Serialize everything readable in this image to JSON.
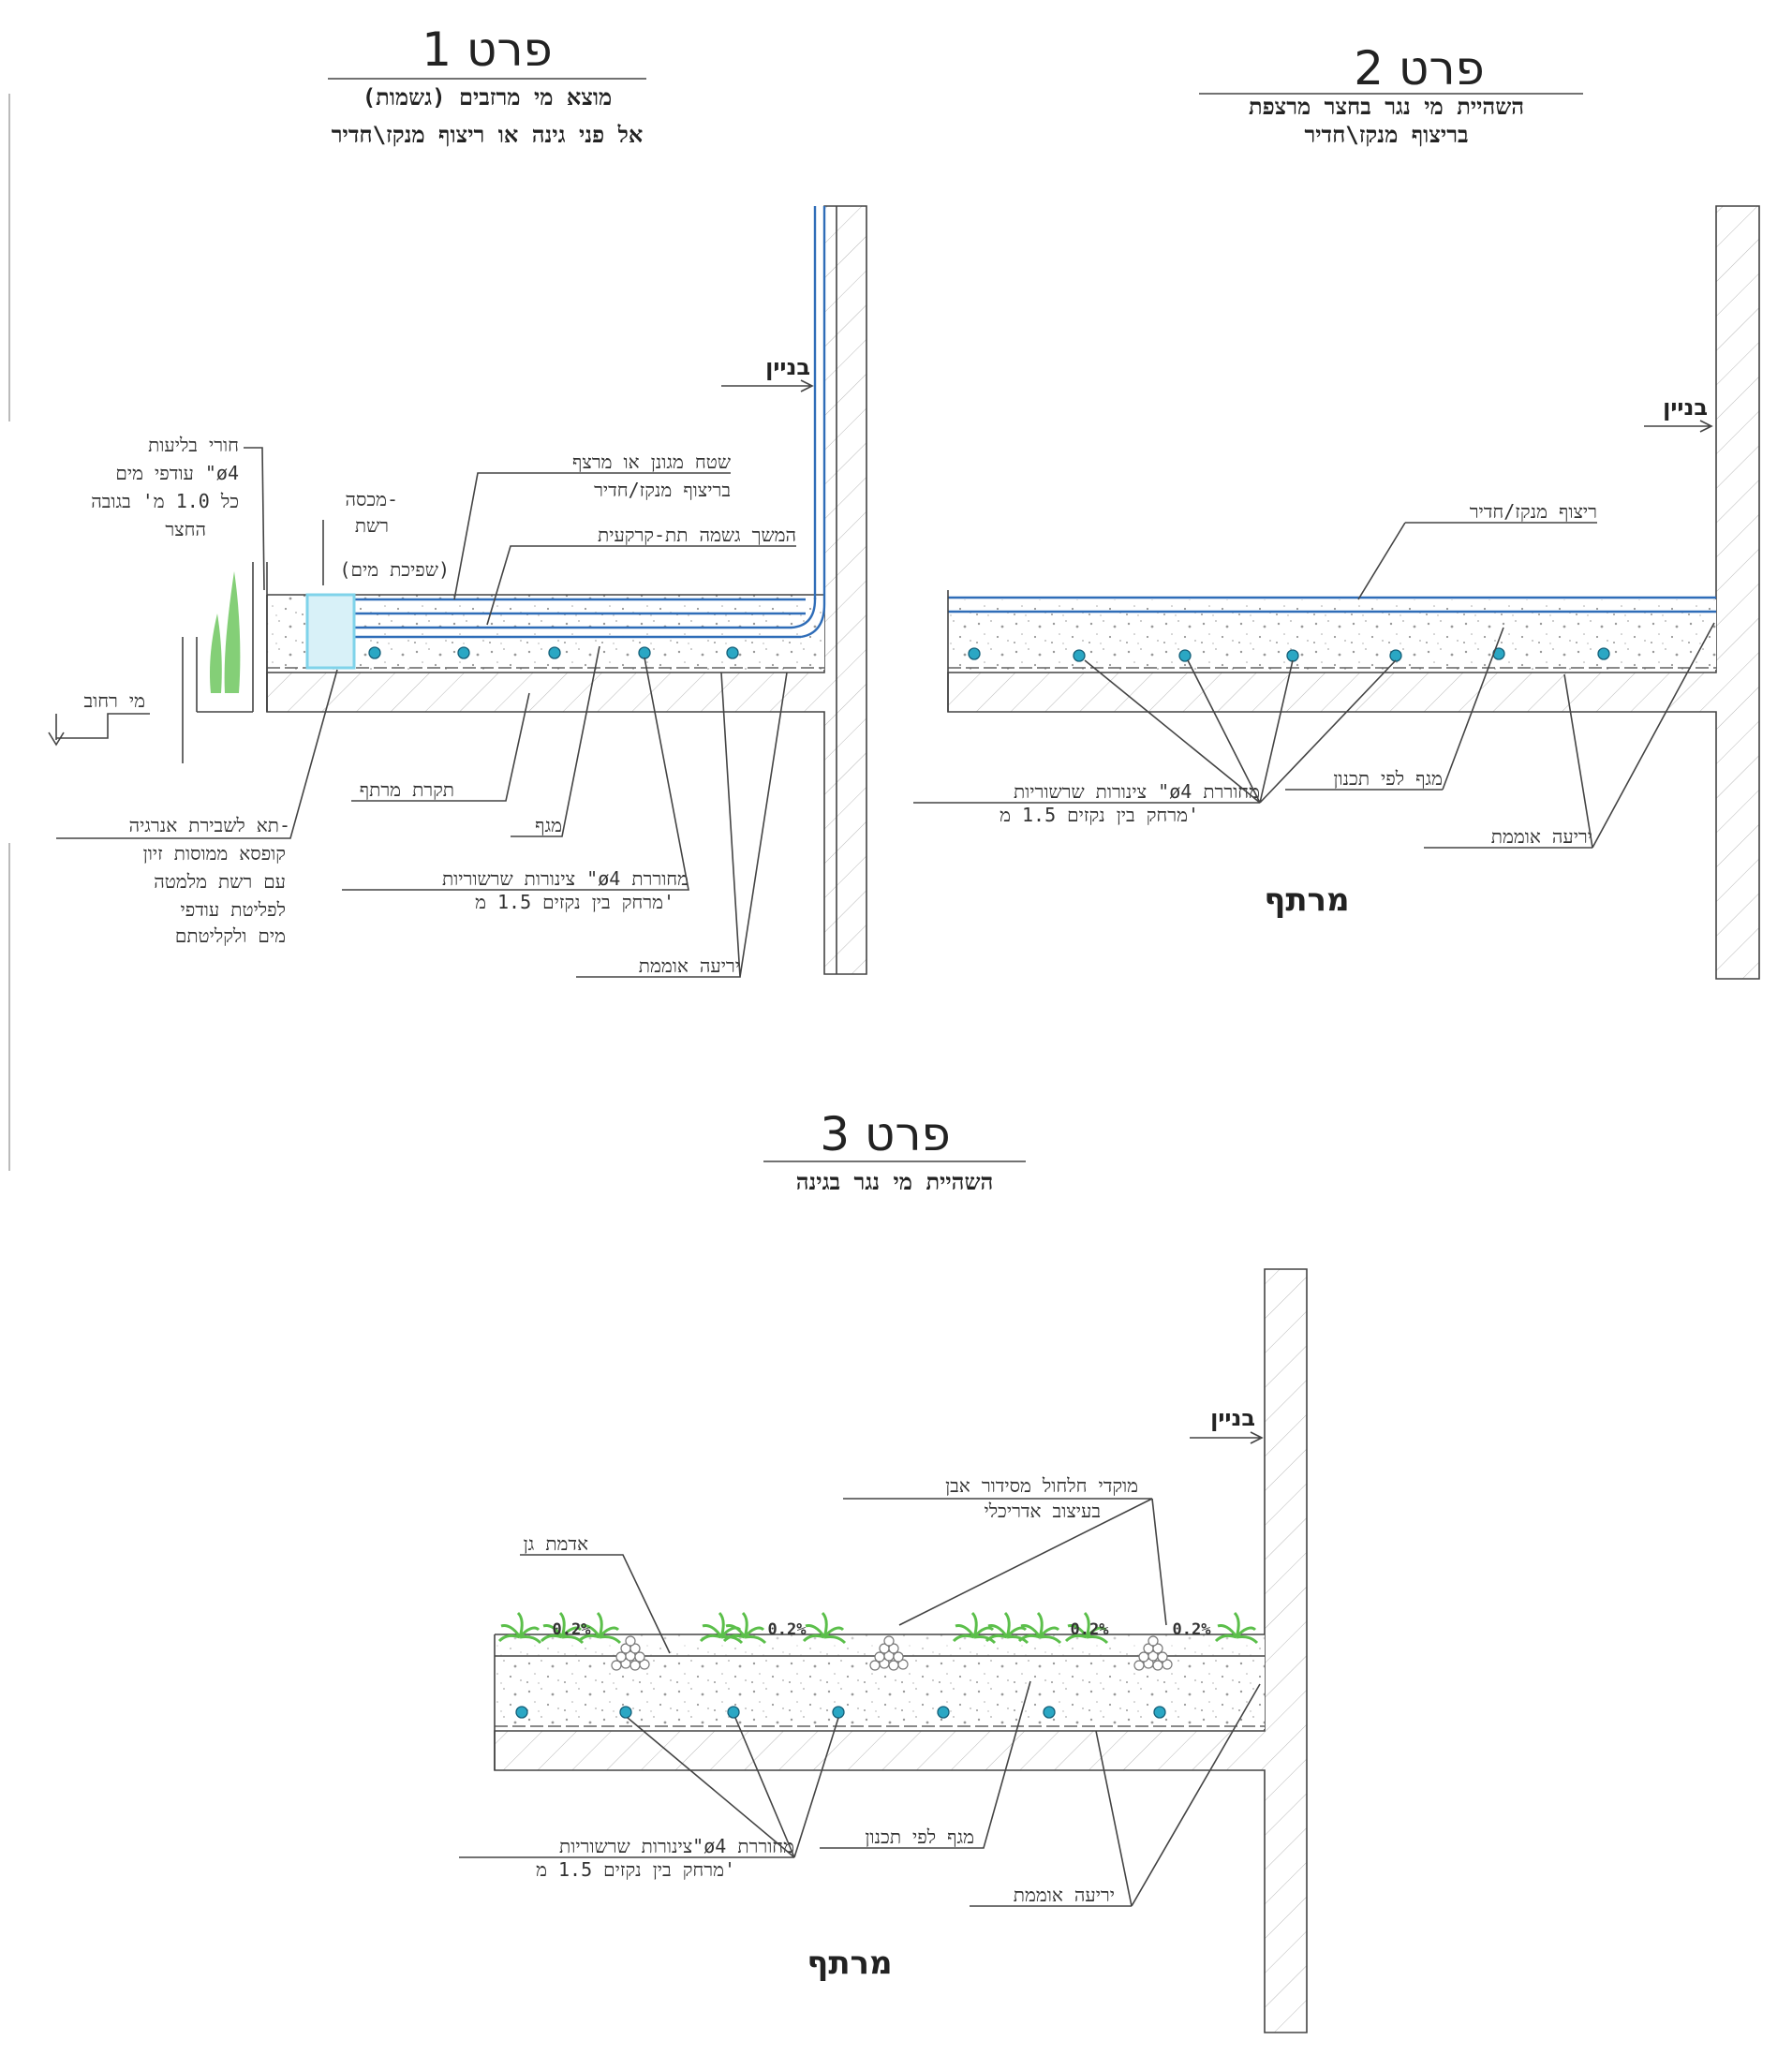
{
  "detail1": {
    "title": "פרט 1",
    "subtitle_line1": "מוצא מי מרזבים (גשמות)",
    "subtitle_line2": "אל פני גינה או ריצוף מנקז\\חדיר",
    "labels": {
      "building": "בניין",
      "cover_line1": "שטח מגונן או מרצף",
      "cover_line2": "בריצוף מנקז/חדיר",
      "subsurface": "המשך גשמה תת-קרקעית",
      "grate_line1": "מכסה-",
      "grate_line2": "רשת",
      "spill": "(שפיכת מים)",
      "holes_line1": "חורי בליעות",
      "holes_line2": "עודפי מים \"ø4",
      "holes_line3": "כל 1.0 מ' בגובה",
      "holes_line4": "החצר",
      "street_level": "מי רחוב",
      "basement_roof": "תקרת מרתף",
      "filling": "מגף",
      "pipes_line1": "צינורות שרשוריות \"ø4 מחוררת",
      "pipes_line2": "מרחק בין נקזים 1.5 מ'",
      "membrane": "יריעה אוממת",
      "box_line1": "תא לשבירת אנרגיה-",
      "box_line2": "קופסא ממוסות זיון",
      "box_line3": "עם רשת מלמטה",
      "box_line4": "לפליטת עודפי",
      "box_line5": "מים ולקליטתם"
    }
  },
  "detail2": {
    "title": "פרט 2",
    "subtitle_line1": "השהיית מי נגר בחצר מרצפת",
    "subtitle_line2": "בריצוף מנקז\\חדיר",
    "labels": {
      "building": "בניין",
      "paving": "ריצוף מנקז/חדיר",
      "pipes_line1": "צינורות שרשוריות \"ø4 מחוררת",
      "pipes_line2": "מרחק בין נקזים 1.5 מ'",
      "filling": "מגף לפי תכנון",
      "membrane": "יריעה אוממת",
      "basement": "מרתף"
    }
  },
  "detail3": {
    "title": "פרט 3",
    "subtitle_line1": "השהיית מי נגר בגינה",
    "labels": {
      "building": "בניין",
      "gravel_line1": "מוקדי חלחול מסידור אבן",
      "gravel_line2": "בעיצוב אדריכלי",
      "soil": "אדמת גן",
      "slope1": "0.2%",
      "slope2": "0.2%",
      "slope3": "0.2%",
      "slope4": "0.2%",
      "pipes_line1": "צינורות שרשוריות\"ø4 מחוררת",
      "pipes_line2": "מרחק בין נקזים 1.5 מ'",
      "filling": "מגף לפי תכנון",
      "membrane": "יריעה אוממת",
      "basement": "מרתף"
    }
  },
  "colors": {
    "water_pipe": "#2f6db8",
    "drain_pipe": "#2aa7c4",
    "plants": "#5bbf4a",
    "box": "#7fd3ea"
  }
}
